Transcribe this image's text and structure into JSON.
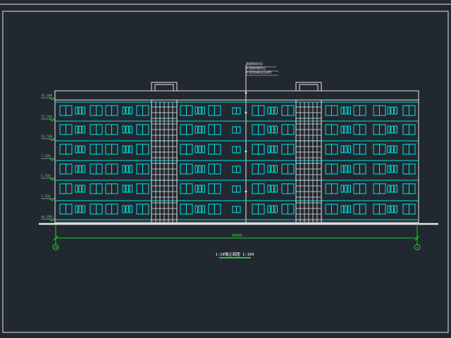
{
  "colors": {
    "background": "#212830",
    "frame": "#e6e6e6",
    "facade": "#00e5e5",
    "dimension": "#22cc22",
    "text_green": "#33dd33",
    "text_white": "#ffffff"
  },
  "drawing": {
    "storeys": 6,
    "bays_per_wing": 2,
    "floor_levels": [
      "16.800",
      "13.500",
      "10.500",
      "7.500",
      "4.500",
      "1.500",
      "±0.000"
    ],
    "overall_dimension": "54000",
    "left_axis": "28",
    "right_axis": "①",
    "title": "1-28轴立面图 1:100",
    "notes": [
      "屋面构造详见",
      "外墙面砖颜色见",
      "外墙涂料做法见说明"
    ]
  }
}
